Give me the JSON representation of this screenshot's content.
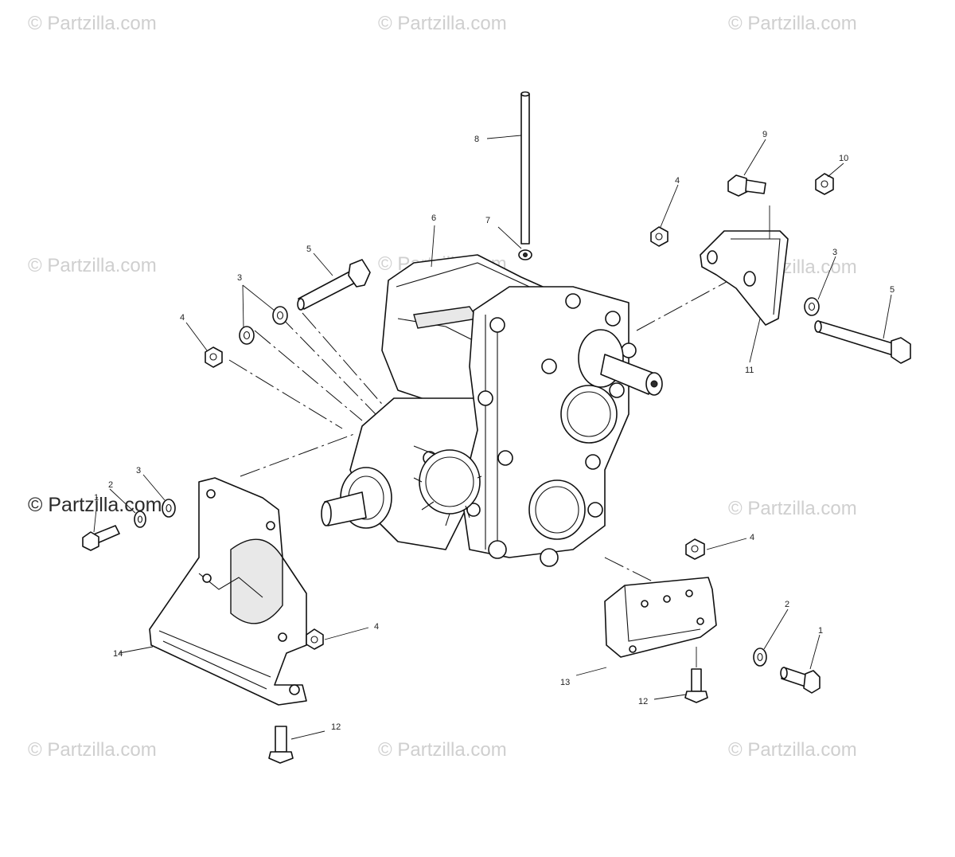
{
  "watermark": "© Partzilla.com",
  "callouts": {
    "c1a": "1",
    "c1b": "1",
    "c2a": "2",
    "c2b": "2",
    "c3a": "3",
    "c3b": "3",
    "c3c": "3",
    "c4a": "4",
    "c4b": "4",
    "c4c": "4",
    "c4d": "4",
    "c5a": "5",
    "c5b": "5",
    "c6": "6",
    "c7": "7",
    "c8": "8",
    "c9": "9",
    "c10": "10",
    "c11": "11",
    "c12a": "12",
    "c12b": "12",
    "c13": "13",
    "c14": "14"
  }
}
